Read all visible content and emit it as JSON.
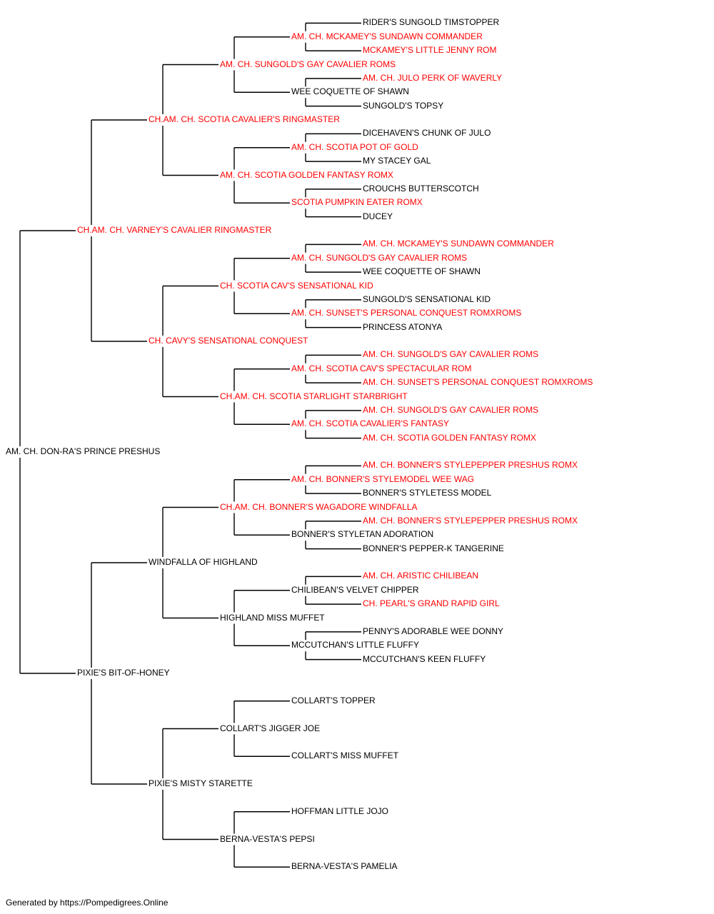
{
  "colors": {
    "champion": "#ff0000",
    "normal": "#000000",
    "line": "#000000"
  },
  "footer": "Generated by https://Pompedigrees.Online",
  "pedigree": {
    "name": "AM. CH. DON-RA'S PRINCE PRESHUS",
    "champion": false,
    "sire": {
      "name": "CH.AM. CH. VARNEY'S CAVALIER RINGMASTER",
      "champion": true,
      "sire": {
        "name": "CH.AM. CH. SCOTIA CAVALIER'S RINGMASTER",
        "champion": true,
        "sire": {
          "name": "AM. CH. SUNGOLD'S GAY CAVALIER ROMS",
          "champion": true,
          "sire": {
            "name": "AM. CH. MCKAMEY'S SUNDAWN COMMANDER",
            "champion": true,
            "sire": {
              "name": "RIDER'S SUNGOLD TIMSTOPPER",
              "champion": false
            },
            "dam": {
              "name": "MCKAMEY'S LITTLE JENNY ROM",
              "champion": true
            }
          },
          "dam": {
            "name": "WEE COQUETTE OF SHAWN",
            "champion": false,
            "sire": {
              "name": "AM. CH. JULO PERK OF WAVERLY",
              "champion": true
            },
            "dam": {
              "name": "SUNGOLD'S TOPSY",
              "champion": false
            }
          }
        },
        "dam": {
          "name": "AM. CH. SCOTIA GOLDEN FANTASY ROMX",
          "champion": true,
          "sire": {
            "name": "AM. CH. SCOTIA POT OF GOLD",
            "champion": true,
            "sire": {
              "name": "DICEHAVEN'S CHUNK OF JULO",
              "champion": false
            },
            "dam": {
              "name": "MY STACEY GAL",
              "champion": false
            }
          },
          "dam": {
            "name": "SCOTIA PUMPKIN EATER ROMX",
            "champion": true,
            "sire": {
              "name": "CROUCHS BUTTERSCOTCH",
              "champion": false
            },
            "dam": {
              "name": "DUCEY",
              "champion": false
            }
          }
        }
      },
      "dam": {
        "name": "CH. CAVY'S SENSATIONAL CONQUEST",
        "champion": true,
        "sire": {
          "name": "CH. SCOTIA CAV'S SENSATIONAL KID",
          "champion": true,
          "sire": {
            "name": "AM. CH. SUNGOLD'S GAY CAVALIER ROMS",
            "champion": true,
            "sire": {
              "name": "AM. CH. MCKAMEY'S SUNDAWN COMMANDER",
              "champion": true
            },
            "dam": {
              "name": "WEE COQUETTE OF SHAWN",
              "champion": false
            }
          },
          "dam": {
            "name": "AM. CH. SUNSET'S PERSONAL CONQUEST ROMXROMS",
            "champion": true,
            "sire": {
              "name": "SUNGOLD'S SENSATIONAL KID",
              "champion": false
            },
            "dam": {
              "name": "PRINCESS ATONYA",
              "champion": false
            }
          }
        },
        "dam": {
          "name": "CH.AM. CH. SCOTIA STARLIGHT STARBRIGHT",
          "champion": true,
          "sire": {
            "name": "AM. CH. SCOTIA CAV'S SPECTACULAR ROM",
            "champion": true,
            "sire": {
              "name": "AM. CH. SUNGOLD'S GAY CAVALIER ROMS",
              "champion": true
            },
            "dam": {
              "name": "AM. CH. SUNSET'S PERSONAL CONQUEST ROMXROMS",
              "champion": true
            }
          },
          "dam": {
            "name": "AM. CH. SCOTIA CAVALIER'S FANTASY",
            "champion": true,
            "sire": {
              "name": "AM. CH. SUNGOLD'S GAY CAVALIER ROMS",
              "champion": true
            },
            "dam": {
              "name": "AM. CH. SCOTIA GOLDEN FANTASY ROMX",
              "champion": true
            }
          }
        }
      }
    },
    "dam": {
      "name": "PIXIE'S BIT-OF-HONEY",
      "champion": false,
      "sire": {
        "name": "WINDFALLA OF HIGHLAND",
        "champion": false,
        "sire": {
          "name": "CH.AM. CH. BONNER'S WAGADORE WINDFALLA",
          "champion": true,
          "sire": {
            "name": "AM. CH. BONNER'S STYLEMODEL WEE WAG",
            "champion": true,
            "sire": {
              "name": "AM. CH. BONNER'S STYLEPEPPER PRESHUS ROMX",
              "champion": true
            },
            "dam": {
              "name": "BONNER'S STYLETESS MODEL",
              "champion": false
            }
          },
          "dam": {
            "name": "BONNER'S STYLETAN ADORATION",
            "champion": false,
            "sire": {
              "name": "AM. CH. BONNER'S STYLEPEPPER PRESHUS ROMX",
              "champion": true
            },
            "dam": {
              "name": "BONNER'S PEPPER-K TANGERINE",
              "champion": false
            }
          }
        },
        "dam": {
          "name": "HIGHLAND MISS MUFFET",
          "champion": false,
          "sire": {
            "name": "CHILIBEAN'S VELVET CHIPPER",
            "champion": false,
            "sire": {
              "name": "AM. CH. ARISTIC CHILIBEAN",
              "champion": true
            },
            "dam": {
              "name": "CH. PEARL'S GRAND RAPID GIRL",
              "champion": true
            }
          },
          "dam": {
            "name": "MCCUTCHAN'S LITTLE FLUFFY",
            "champion": false,
            "sire": {
              "name": "PENNY'S ADORABLE WEE DONNY",
              "champion": false
            },
            "dam": {
              "name": "MCCUTCHAN'S KEEN FLUFFY",
              "champion": false
            }
          }
        }
      },
      "dam": {
        "name": "PIXIE'S MISTY STARETTE",
        "champion": false,
        "sire": {
          "name": "COLLART'S JIGGER JOE",
          "champion": false,
          "sire": {
            "name": "COLLART'S TOPPER",
            "champion": false
          },
          "dam": {
            "name": "COLLART'S MISS MUFFET",
            "champion": false
          }
        },
        "dam": {
          "name": "BERNA-VESTA'S PEPSI",
          "champion": false,
          "sire": {
            "name": "HOFFMAN LITTLE JOJO",
            "champion": false
          },
          "dam": {
            "name": "BERNA-VESTA'S PAMELIA",
            "champion": false
          }
        }
      }
    }
  }
}
